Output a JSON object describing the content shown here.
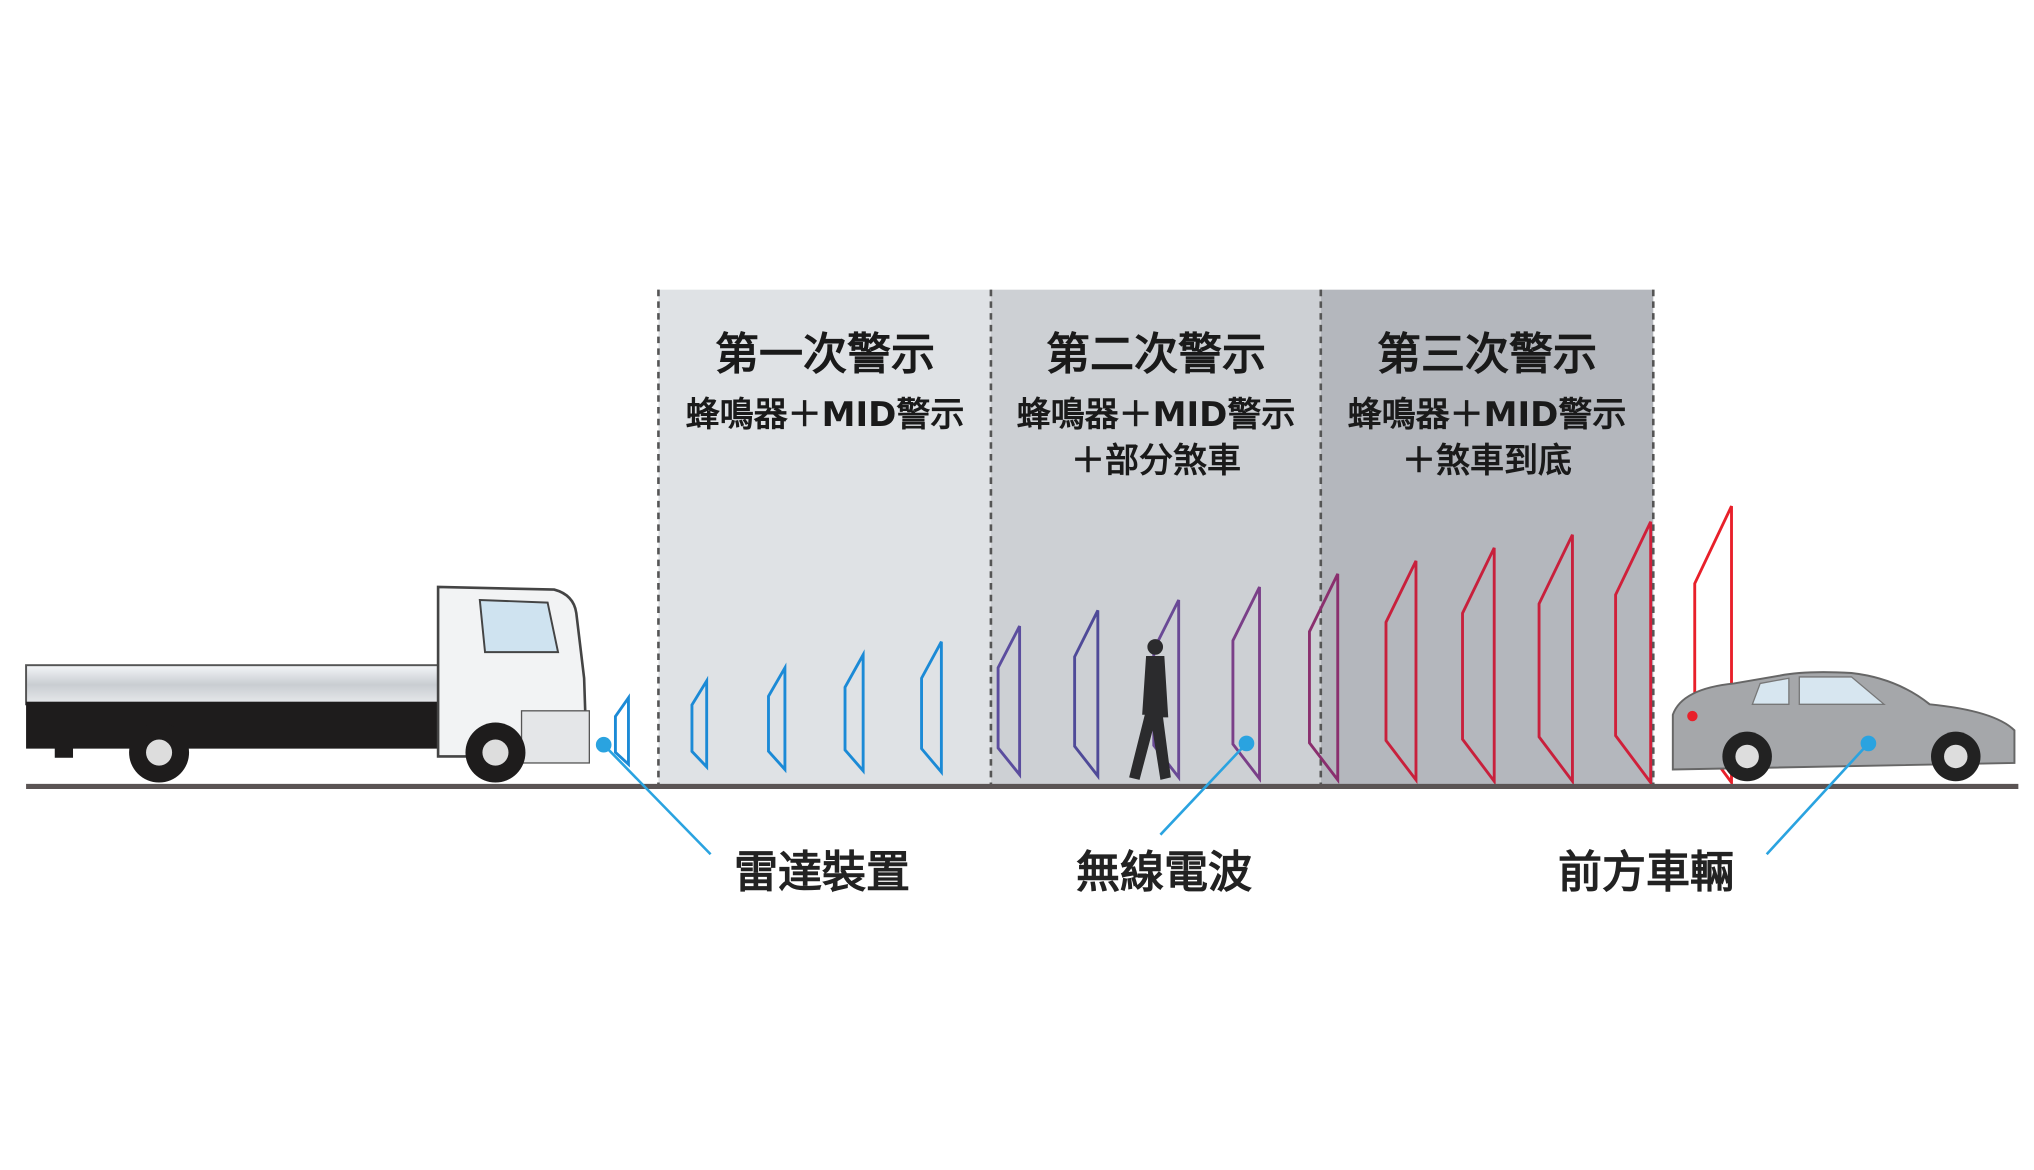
{
  "stages": [
    {
      "title": "第一次警示",
      "lines": [
        "蜂鳴器＋MID警示"
      ]
    },
    {
      "title": "第二次警示",
      "lines": [
        "蜂鳴器＋MID警示",
        "＋部分煞車"
      ]
    },
    {
      "title": "第三次警示",
      "lines": [
        "蜂鳴器＋MID警示",
        "＋煞車到底"
      ]
    }
  ],
  "callouts": {
    "radar": "雷達裝置",
    "waves": "無線電波",
    "vehicle": "前方車輛"
  },
  "colors": {
    "stage1": "#dfe2e5",
    "stage2": "#cdd0d4",
    "stage3": "#b4b7bd",
    "wave_blue": "#1b8ad6",
    "wave_purple": "#5b4d9e",
    "wave_red": "#c8203c",
    "leader": "#2aa3e0"
  }
}
